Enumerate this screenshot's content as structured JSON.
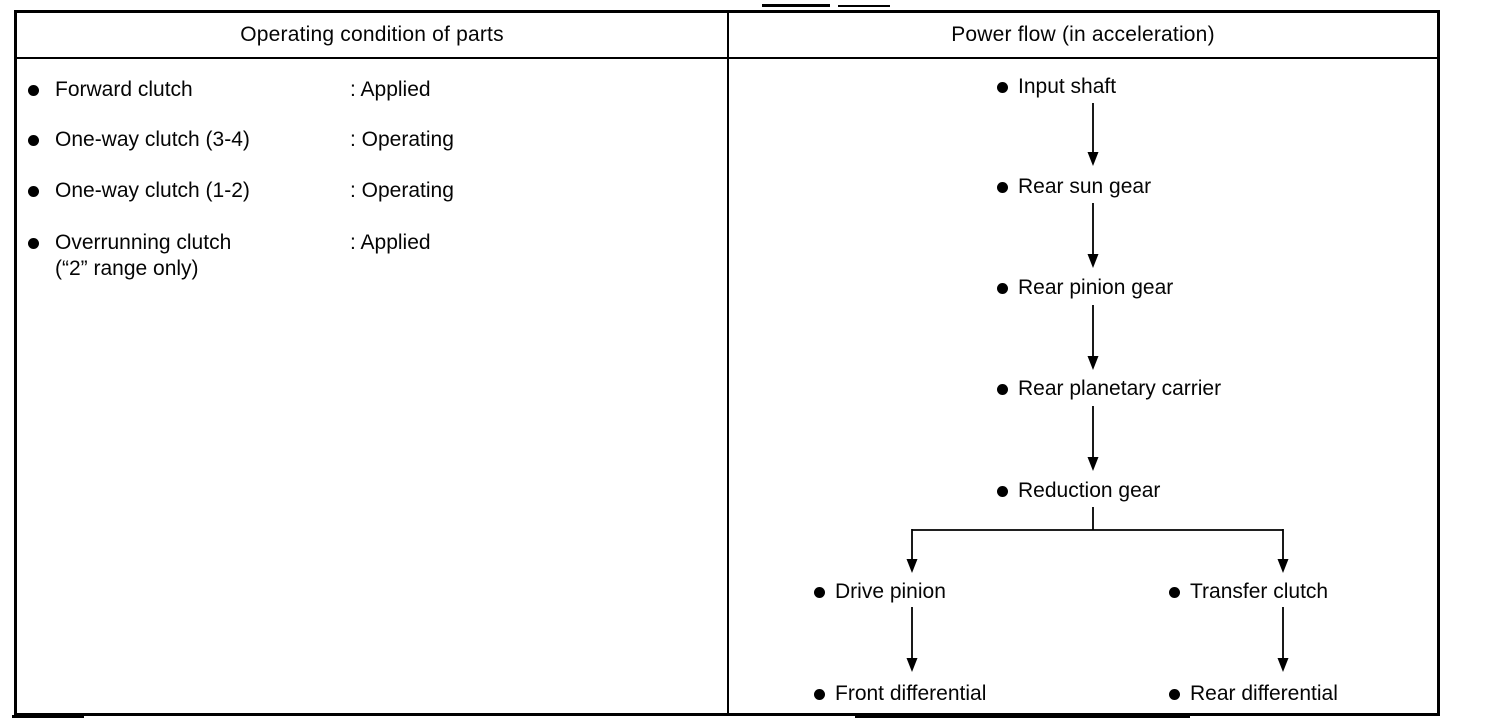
{
  "table": {
    "left": {
      "header": "Operating condition of parts",
      "items": [
        {
          "part": "Forward clutch",
          "note": "",
          "state": ": Applied"
        },
        {
          "part": "One-way clutch (3-4)",
          "note": "",
          "state": ": Operating"
        },
        {
          "part": "One-way clutch (1-2)",
          "note": "",
          "state": ": Operating"
        },
        {
          "part": "Overrunning clutch",
          "note": "(“2” range only)",
          "state": ": Applied"
        }
      ]
    },
    "right": {
      "header": "Power flow (in acceleration)",
      "chain": [
        {
          "label": "Input shaft"
        },
        {
          "label": "Rear sun gear"
        },
        {
          "label": "Rear pinion gear"
        },
        {
          "label": "Rear planetary carrier"
        },
        {
          "label": "Reduction gear"
        }
      ],
      "branch_left": {
        "top": "Drive pinion",
        "bottom": "Front differential"
      },
      "branch_right": {
        "top": "Transfer clutch",
        "bottom": "Rear differential"
      }
    },
    "line_color": "#000000"
  }
}
